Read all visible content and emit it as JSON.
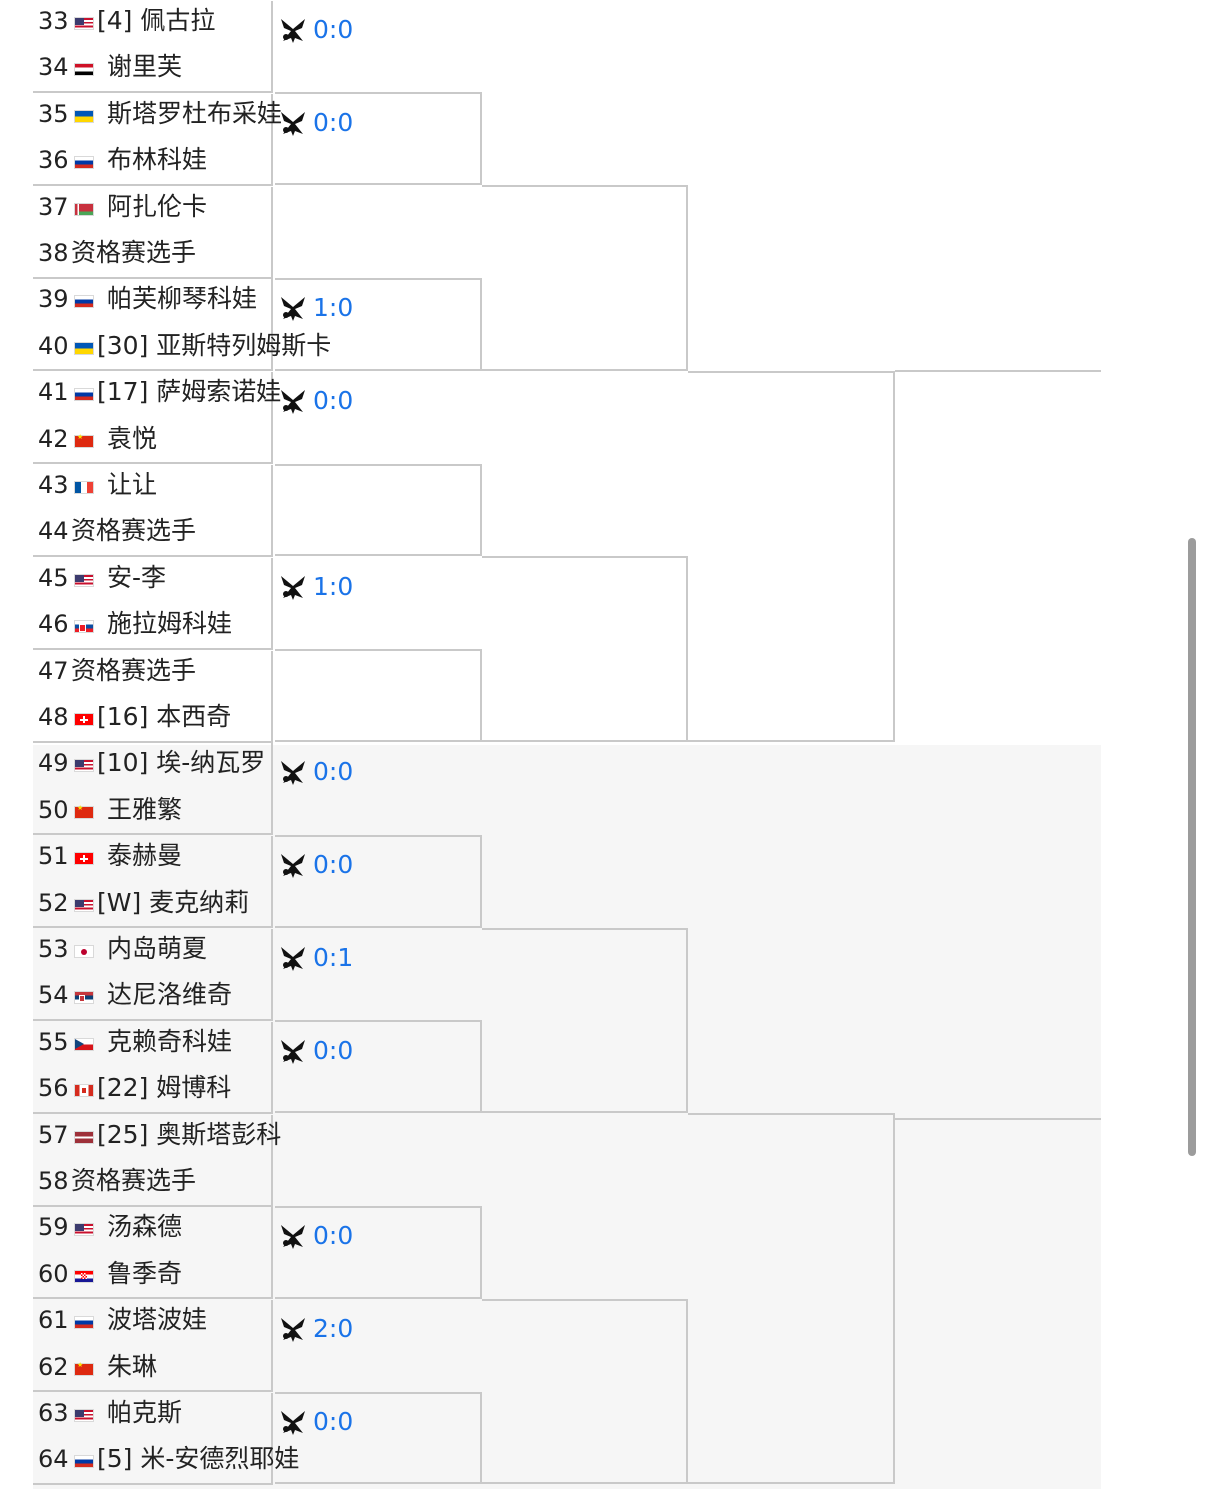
{
  "slots": [
    {
      "seed_no": "33",
      "flag": "usa",
      "name": "[4] 佩古拉"
    },
    {
      "seed_no": "34",
      "flag": "egy",
      "name": "谢里芙"
    },
    {
      "seed_no": "35",
      "flag": "ukr",
      "name": "斯塔罗杜布采娃"
    },
    {
      "seed_no": "36",
      "flag": "rus",
      "name": "布林科娃"
    },
    {
      "seed_no": "37",
      "flag": "blr",
      "name": "阿扎伦卡"
    },
    {
      "seed_no": "38",
      "flag": "",
      "name": "资格赛选手"
    },
    {
      "seed_no": "39",
      "flag": "rus",
      "name": "帕芙柳琴科娃"
    },
    {
      "seed_no": "40",
      "flag": "ukr",
      "name": "[30] 亚斯特列姆斯卡"
    },
    {
      "seed_no": "41",
      "flag": "rus",
      "name": "[17] 萨姆索诺娃"
    },
    {
      "seed_no": "42",
      "flag": "chn",
      "name": "袁悦"
    },
    {
      "seed_no": "43",
      "flag": "fra",
      "name": "让让"
    },
    {
      "seed_no": "44",
      "flag": "",
      "name": "资格赛选手"
    },
    {
      "seed_no": "45",
      "flag": "usa",
      "name": "安-李"
    },
    {
      "seed_no": "46",
      "flag": "svk",
      "name": "施拉姆科娃"
    },
    {
      "seed_no": "47",
      "flag": "",
      "name": "资格赛选手"
    },
    {
      "seed_no": "48",
      "flag": "sui",
      "name": "[16] 本西奇"
    },
    {
      "seed_no": "49",
      "flag": "usa",
      "name": "[10] 埃-纳瓦罗"
    },
    {
      "seed_no": "50",
      "flag": "chn",
      "name": "王雅繁"
    },
    {
      "seed_no": "51",
      "flag": "sui",
      "name": "泰赫曼"
    },
    {
      "seed_no": "52",
      "flag": "usa",
      "name": "[W] 麦克纳莉"
    },
    {
      "seed_no": "53",
      "flag": "jpn",
      "name": "内岛萌夏"
    },
    {
      "seed_no": "54",
      "flag": "srb",
      "name": "达尼洛维奇"
    },
    {
      "seed_no": "55",
      "flag": "cze",
      "name": "克赖奇科娃"
    },
    {
      "seed_no": "56",
      "flag": "can",
      "name": "[22] 姆博科"
    },
    {
      "seed_no": "57",
      "flag": "lat",
      "name": "[25] 奥斯塔彭科"
    },
    {
      "seed_no": "58",
      "flag": "",
      "name": "资格赛选手"
    },
    {
      "seed_no": "59",
      "flag": "usa",
      "name": "汤森德"
    },
    {
      "seed_no": "60",
      "flag": "cro",
      "name": "鲁季奇"
    },
    {
      "seed_no": "61",
      "flag": "rus",
      "name": "波塔波娃"
    },
    {
      "seed_no": "62",
      "flag": "chn",
      "name": "朱琳"
    },
    {
      "seed_no": "63",
      "flag": "usa",
      "name": "帕克斯"
    },
    {
      "seed_no": "64",
      "flag": "rus",
      "name": "[5] 米-安德烈耶娃"
    }
  ],
  "head_to_head": [
    {
      "match": 1,
      "score": "0:0"
    },
    {
      "match": 2,
      "score": "0:0"
    },
    {
      "match": 4,
      "score": "1:0"
    },
    {
      "match": 5,
      "score": "0:0"
    },
    {
      "match": 7,
      "score": "1:0"
    },
    {
      "match": 9,
      "score": "0:0"
    },
    {
      "match": 10,
      "score": "0:0"
    },
    {
      "match": 11,
      "score": "0:1"
    },
    {
      "match": 12,
      "score": "0:0"
    },
    {
      "match": 14,
      "score": "0:0"
    },
    {
      "match": 15,
      "score": "2:0"
    },
    {
      "match": 16,
      "score": "0:0"
    }
  ],
  "icons": {
    "h2h": "crossed-rackets-icon"
  },
  "colors": {
    "score": "#1a73e8",
    "line": "#c9c9c9",
    "lower_bg": "#f6f6f6"
  }
}
